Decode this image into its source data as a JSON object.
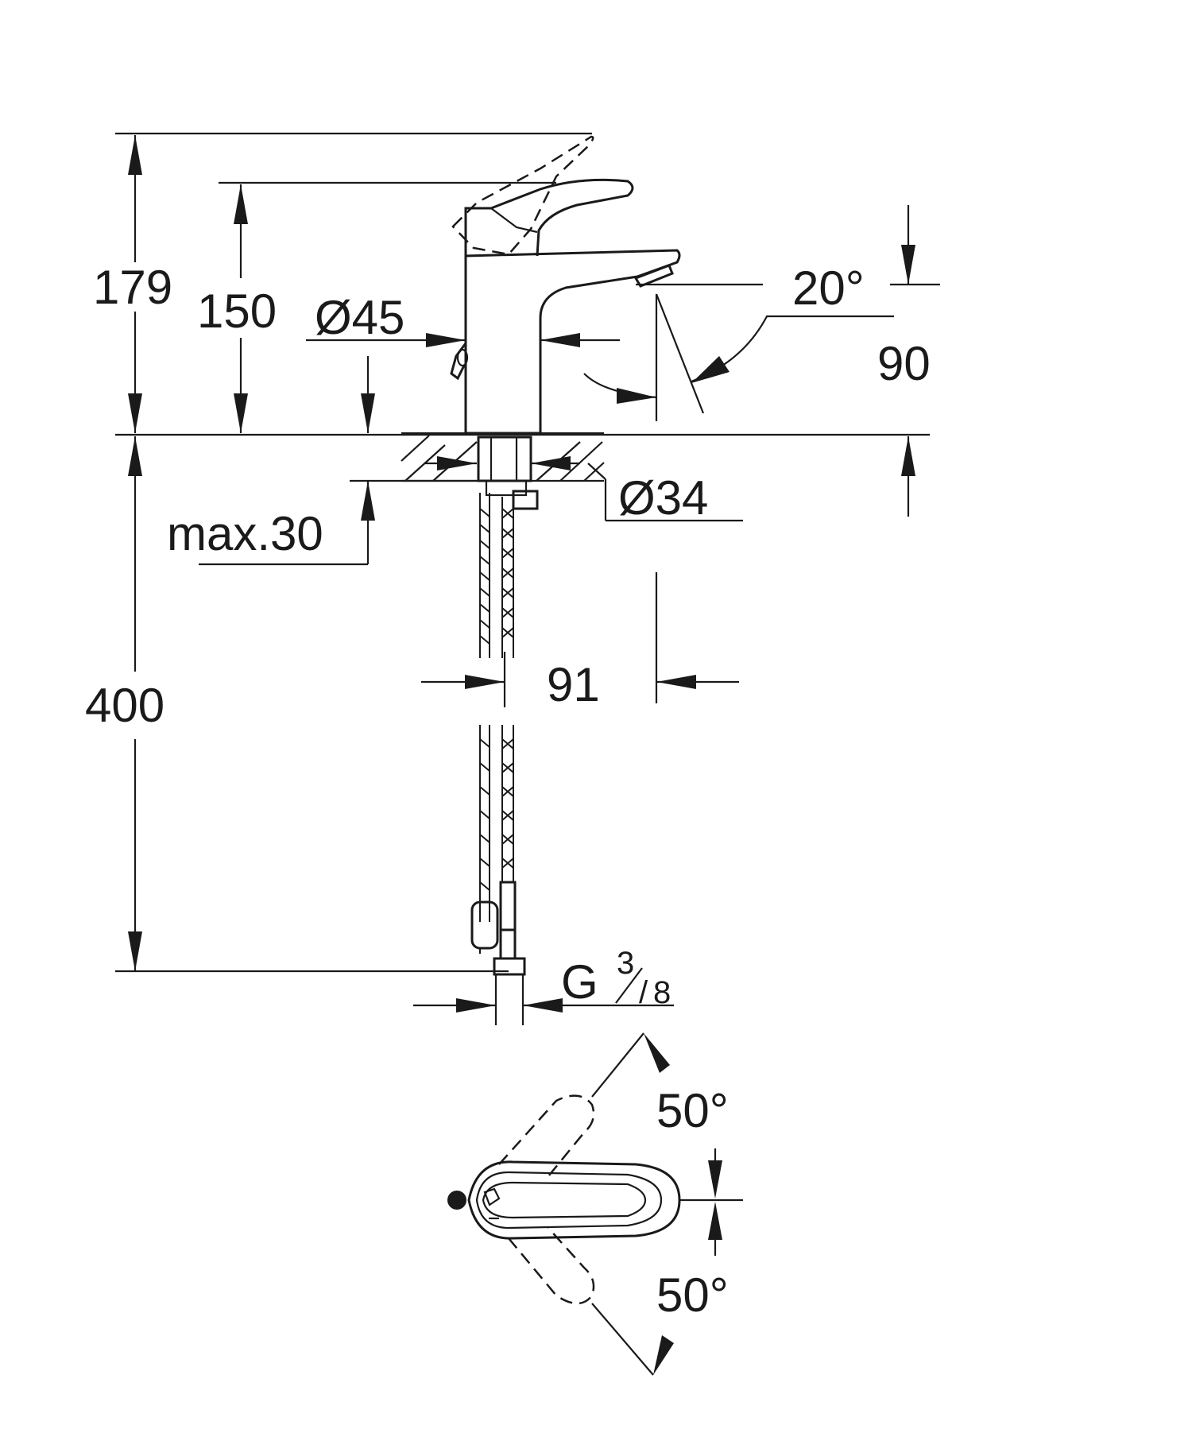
{
  "colors": {
    "ink": "#1a1a1a",
    "background": "#ffffff"
  },
  "dimensions": {
    "total_height": "179",
    "spout_height": "150",
    "body_diameter": "Ø45",
    "spout_angle": "20°",
    "spout_clearance": "90",
    "hole_diameter": "Ø34",
    "max_thickness": "max.30",
    "hose_length": "400",
    "spout_reach": "91",
    "thread_main": "G",
    "thread_num": "3",
    "thread_den": "8",
    "lever_angle_left": "50°",
    "lever_angle_right": "50°"
  }
}
